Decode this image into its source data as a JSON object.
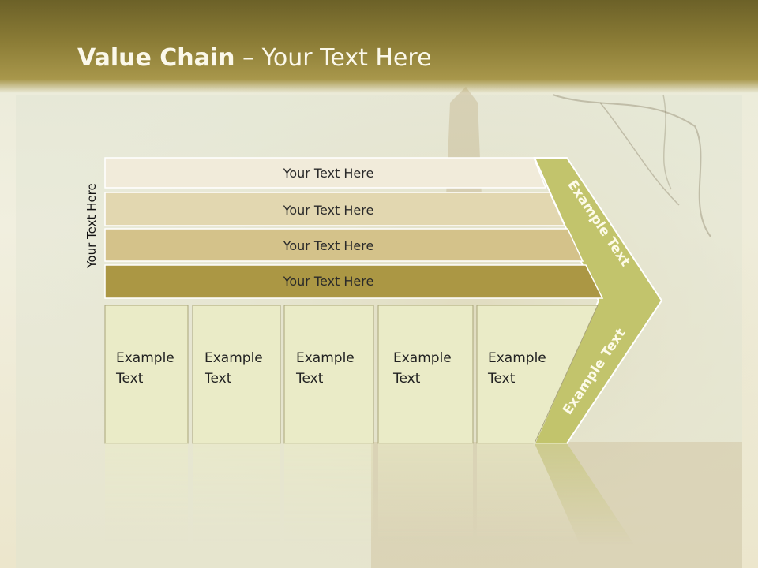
{
  "slide": {
    "title_bold": "Value Chain",
    "title_rest": " – Your Text Here",
    "vertical_label": "Your Text Here"
  },
  "bars": [
    {
      "label": "Your Text Here",
      "color": "#f1ebda"
    },
    {
      "label": "Your Text Here",
      "color": "#e2d7b0"
    },
    {
      "label": "Your Text Here",
      "color": "#d4c28a"
    },
    {
      "label": "Your Text Here",
      "color": "#ab9744"
    }
  ],
  "cards": [
    {
      "line1": "Example",
      "line2": "Text"
    },
    {
      "line1": "Example",
      "line2": "Text"
    },
    {
      "line1": "Example",
      "line2": "Text"
    },
    {
      "line1": "Example",
      "line2": "Text"
    },
    {
      "line1": "Example",
      "line2": "Text"
    }
  ],
  "chevron": {
    "upper_text": "Example Text",
    "lower_text": "Example Text",
    "color": "#c2c46c"
  },
  "colors": {
    "header": "#8b7c36",
    "card_fill": "#eaebc7",
    "card_stroke": "#a9a57a"
  }
}
